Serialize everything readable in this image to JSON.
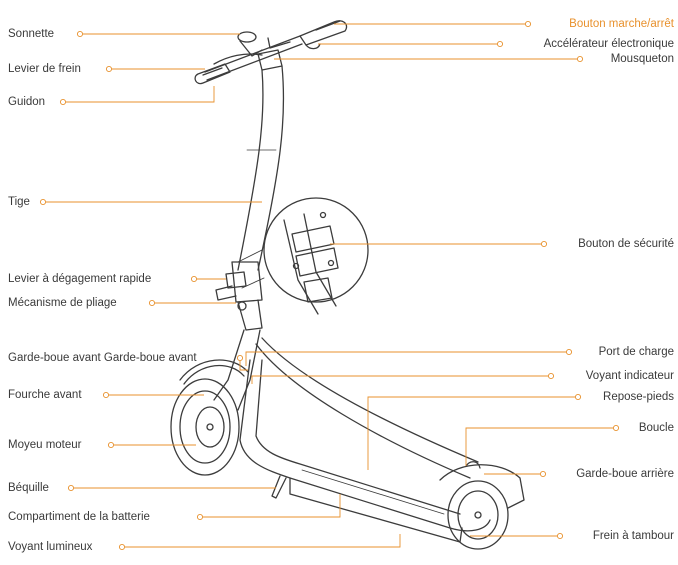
{
  "colors": {
    "leader": "#e8912d",
    "outline": "#3c3c3c",
    "label_text": "#3a3a3a",
    "highlight_text": "#e8912d"
  },
  "labels_left": [
    {
      "id": "sonnette",
      "text": "Sonnette"
    },
    {
      "id": "levier-frein",
      "text": "Levier de frein"
    },
    {
      "id": "guidon",
      "text": "Guidon"
    },
    {
      "id": "tige",
      "text": "Tige"
    },
    {
      "id": "levier-degagement",
      "text": "Levier à dégagement rapide"
    },
    {
      "id": "mecanisme-pliage",
      "text": "Mécanisme de pliage"
    },
    {
      "id": "garde-boue-avant",
      "text": "Garde-boue avant Garde-boue avant"
    },
    {
      "id": "fourche-avant",
      "text": "Fourche avant"
    },
    {
      "id": "moyeu-moteur",
      "text": "Moyeu moteur"
    },
    {
      "id": "bequille",
      "text": "Béquille"
    },
    {
      "id": "compartiment-batterie",
      "text": "Compartiment de la batterie"
    },
    {
      "id": "voyant-lumineux",
      "text": "Voyant lumineux"
    }
  ],
  "labels_right": [
    {
      "id": "bouton-marche",
      "text": "Bouton marche/arrêt",
      "highlight": true
    },
    {
      "id": "accelerateur",
      "text": "Accélérateur électronique"
    },
    {
      "id": "mousqueton",
      "text": "Mousqueton"
    },
    {
      "id": "bouton-securite",
      "text": "Bouton de sécurité"
    },
    {
      "id": "port-charge",
      "text": "Port de charge"
    },
    {
      "id": "voyant-indicateur",
      "text": "Voyant indicateur"
    },
    {
      "id": "repose-pieds",
      "text": "Repose-pieds"
    },
    {
      "id": "boucle",
      "text": "Boucle"
    },
    {
      "id": "garde-boue-arriere",
      "text": "Garde-boue arrière"
    },
    {
      "id": "frein-tambour",
      "text": "Frein à tambour"
    }
  ]
}
